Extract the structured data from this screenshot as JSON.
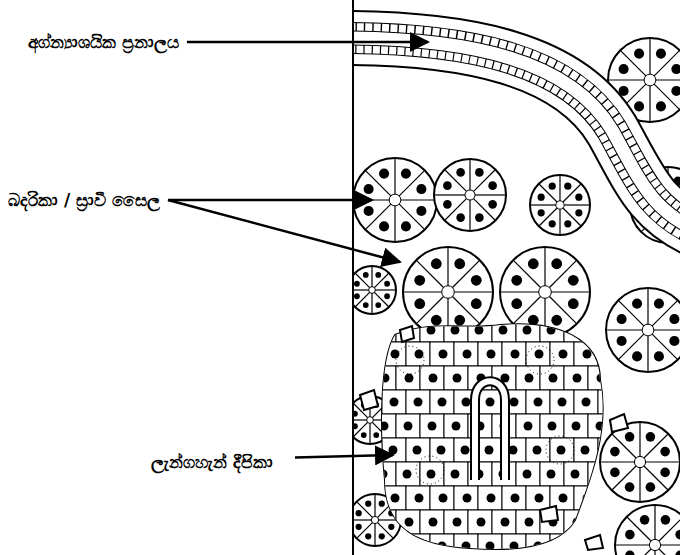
{
  "diagram": {
    "labels": [
      "අග්න්‍යාශයික ප්‍රනාලය",
      "බදරිකා / ස්‍රාවී සෛල",
      "ලැන්ගහැන් දීපිකා"
    ]
  }
}
